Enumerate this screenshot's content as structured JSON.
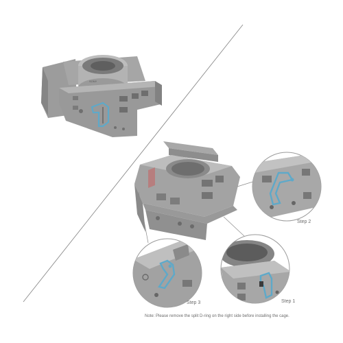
{
  "steps": {
    "step1": "Step 1",
    "step2": "Step 2",
    "step3": "Step 3"
  },
  "note": "Note: Please remove the split D-ring on the right side before installing the cage.",
  "colors": {
    "cage_gray": "#8f8f8f",
    "cage_dark": "#6f6f6f",
    "cage_light": "#b9b9b9",
    "d_ring_blue": "#5ea9c9",
    "line_gray": "#8a8a8a",
    "text_gray": "#6b6b6b"
  },
  "illustrations": {
    "top_left": "camera-with-cage",
    "center_right": "cage-rear-view",
    "callouts": [
      "detail-step-2",
      "detail-step-3",
      "detail-step-1"
    ]
  }
}
